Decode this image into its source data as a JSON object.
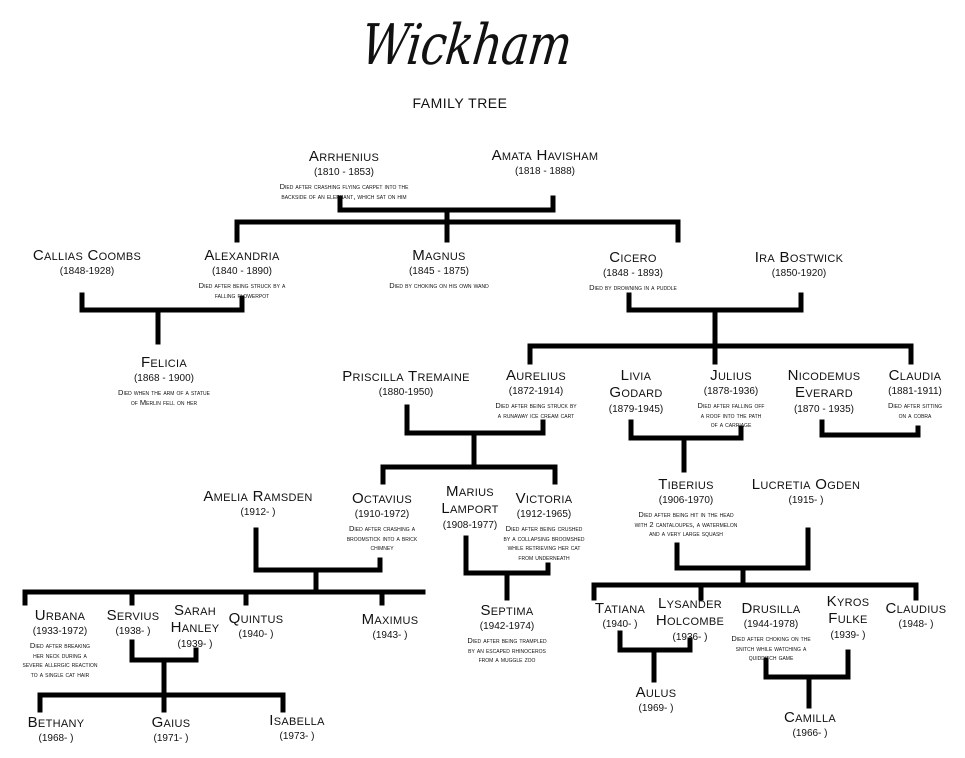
{
  "title": "Wickham",
  "subtitle": "FAMILY TREE",
  "people": {
    "arrhenius": {
      "name": "Arrhenius",
      "dates": "(1810 - 1853)",
      "note": "Died after crashing flying carpet into the\nbackside of an elephant, which sat on him"
    },
    "amata": {
      "name": "Amata Havisham",
      "dates": "(1818 - 1888)",
      "note": ""
    },
    "callias": {
      "name": "Callias Coombs",
      "dates": "(1848-1928)",
      "note": ""
    },
    "alexandria": {
      "name": "Alexandria",
      "dates": "(1840 - 1890)",
      "note": "Died after being struck by a\nfalling flowerpot"
    },
    "magnus": {
      "name": "Magnus",
      "dates": "(1845 - 1875)",
      "note": "Died by choking on his own wand"
    },
    "cicero": {
      "name": "Cicero",
      "dates": "(1848 - 1893)",
      "note": "Died by drowning in a puddle"
    },
    "ira": {
      "name": "Ira Bostwick",
      "dates": "(1850-1920)",
      "note": ""
    },
    "felicia": {
      "name": "Felicia",
      "dates": "(1868 - 1900)",
      "note": "Died when the arm of a statue\nof Merlin fell on her"
    },
    "priscilla": {
      "name": "Priscilla Tremaine",
      "dates": "(1880-1950)",
      "note": ""
    },
    "aurelius": {
      "name": "Aurelius",
      "dates": "(1872-1914)",
      "note": "Died after being struck by\na runaway ice cream cart"
    },
    "livia": {
      "name": "Livia\nGodard",
      "dates": "(1879-1945)",
      "note": ""
    },
    "julius": {
      "name": "Julius",
      "dates": "(1878-1936)",
      "note": "Died after falling off\na roof into the path\nof a carriage"
    },
    "nicodemus": {
      "name": "Nicodemus\nEverard",
      "dates": "(1870 - 1935)",
      "note": ""
    },
    "claudia": {
      "name": "Claudia",
      "dates": "(1881-1911)",
      "note": "Died after sitting\non a cobra"
    },
    "amelia": {
      "name": "Amelia Ramsden",
      "dates": "(1912- )",
      "note": ""
    },
    "octavius": {
      "name": "Octavius",
      "dates": "(1910-1972)",
      "note": "Died after crashing a\nbroomstick into a brick\nchimney"
    },
    "marius": {
      "name": "Marius\nLamport",
      "dates": "(1908-1977)",
      "note": ""
    },
    "victoria": {
      "name": "Victoria",
      "dates": "(1912-1965)",
      "note": "Died after being crushed\nby a collapsing broomshed\nwhile retrieving her cat\nfrom underneath"
    },
    "tiberius": {
      "name": "Tiberius",
      "dates": "(1906-1970)",
      "note": "Died after being hit in the head\nwith 2 cantaloupes, a watermelon\nand a very large squash"
    },
    "lucretia": {
      "name": "Lucretia Ogden",
      "dates": "(1915- )",
      "note": ""
    },
    "urbana": {
      "name": "Urbana",
      "dates": "(1933-1972)",
      "note": "Died after breaking\nher neck during a\nsevere allergic reaction\nto a single cat hair"
    },
    "servius": {
      "name": "Servius",
      "dates": "(1938- )",
      "note": ""
    },
    "sarah": {
      "name": "Sarah\nHanley",
      "dates": "(1939- )",
      "note": ""
    },
    "quintus": {
      "name": "Quintus",
      "dates": "(1940- )",
      "note": ""
    },
    "maximus": {
      "name": "Maximus",
      "dates": "(1943- )",
      "note": ""
    },
    "septima": {
      "name": "Septima",
      "dates": "(1942-1974)",
      "note": "Died after being trampled\nby an escaped rhinoceros\nfrom a muggle zoo"
    },
    "tatiana": {
      "name": "Tatiana",
      "dates": "(1940- )",
      "note": ""
    },
    "lysander": {
      "name": "Lysander\nHolcombe",
      "dates": "(1936- )",
      "note": ""
    },
    "drusilla": {
      "name": "Drusilla",
      "dates": "(1944-1978)",
      "note": "Died after choking on the\nsnitch while watching a\nquidditch game"
    },
    "kyros": {
      "name": "Kyros\nFulke",
      "dates": "(1939- )",
      "note": ""
    },
    "claudius": {
      "name": "Claudius",
      "dates": "(1948- )",
      "note": ""
    },
    "bethany": {
      "name": "Bethany",
      "dates": "(1968- )",
      "note": ""
    },
    "gaius": {
      "name": "Gaius",
      "dates": "(1971- )",
      "note": ""
    },
    "isabella": {
      "name": "Isabella",
      "dates": "(1973- )",
      "note": ""
    },
    "aulus": {
      "name": "Aulus",
      "dates": "(1969- )",
      "note": ""
    },
    "camilla": {
      "name": "Camilla",
      "dates": "(1966- )",
      "note": ""
    }
  }
}
